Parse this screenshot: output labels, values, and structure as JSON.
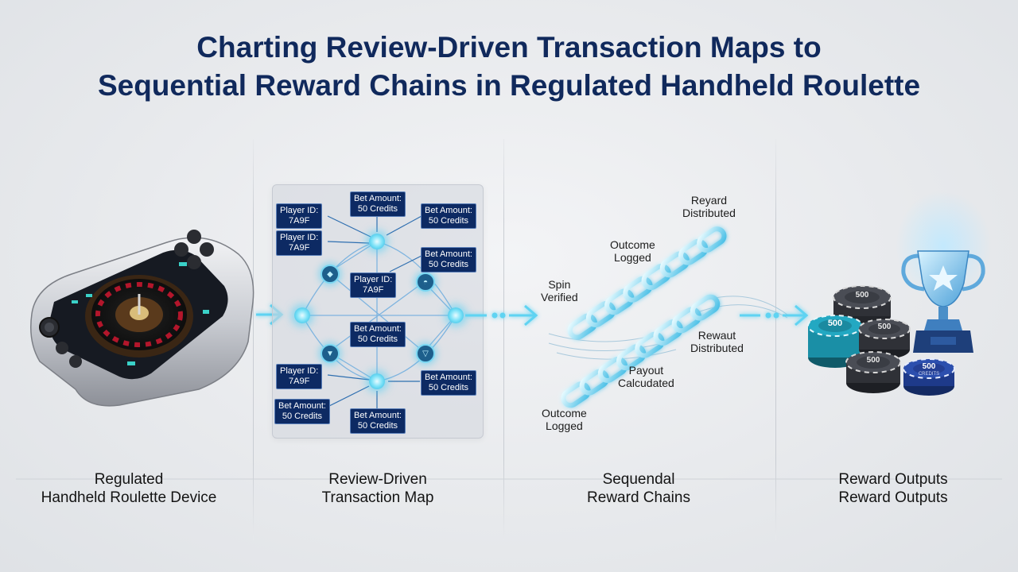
{
  "title": {
    "line1": "Charting Review-Driven Transaction Maps to",
    "line2": "Sequential Reward Chains in Regulated Handheld Roulette"
  },
  "sections": [
    {
      "line1": "Regulated",
      "line2": "Handheld Roulette Device"
    },
    {
      "line1": "Review-Driven",
      "line2": "Transaction Map"
    },
    {
      "line1": "Sequendal",
      "line2": "Reward Chains"
    },
    {
      "line1": "Reward Outputs",
      "line2": "Reward Outputs"
    }
  ],
  "transaction_map": {
    "tags": [
      {
        "line1": "Player ID:",
        "line2": "7A9F"
      },
      {
        "line1": "Bet Amount:",
        "line2": "50 Credits"
      },
      {
        "line1": "Bet Amount:",
        "line2": "50 Credits"
      },
      {
        "line1": "Player ID:",
        "line2": "7A9F"
      },
      {
        "line1": "Bet Amount:",
        "line2": "50 Credits"
      },
      {
        "line1": "Player ID:",
        "line2": "7A9F"
      },
      {
        "line1": "Bet Amount:",
        "line2": "50 Credits"
      },
      {
        "line1": "Player ID:",
        "line2": "7A9F"
      },
      {
        "line1": "Bet Amount:",
        "line2": "50 Credits"
      },
      {
        "line1": "Bet Amount:",
        "line2": "50 Credits"
      },
      {
        "line1": "Bet Amount:",
        "line2": "50 Credits"
      }
    ]
  },
  "reward_chain_labels": [
    {
      "line1": "Reyard",
      "line2": "Distributed"
    },
    {
      "line1": "Outcome",
      "line2": "Logged"
    },
    {
      "line1": "Spin",
      "line2": "Verified"
    },
    {
      "line1": "Rewaut",
      "line2": "Distributed"
    },
    {
      "line1": "Payout",
      "line2": "Calcudated"
    },
    {
      "line1": "Outcome",
      "line2": "Logged"
    }
  ],
  "chips": {
    "label": "500",
    "sublabel": "CREDITS"
  },
  "colors": {
    "title": "#10295c",
    "tag_bg": "#0d2a63",
    "glow": "#46cdf5",
    "chip_teal": "#1a8fa6",
    "chip_dark": "#2f3137",
    "chip_navy": "#1e3a8a",
    "trophy": "#7fc8f0"
  },
  "icons": [
    "handheld-device-icon",
    "roulette-wheel-icon",
    "chain-link-icon",
    "poker-chip-icon",
    "trophy-icon",
    "star-icon",
    "arrow-right-icon"
  ]
}
